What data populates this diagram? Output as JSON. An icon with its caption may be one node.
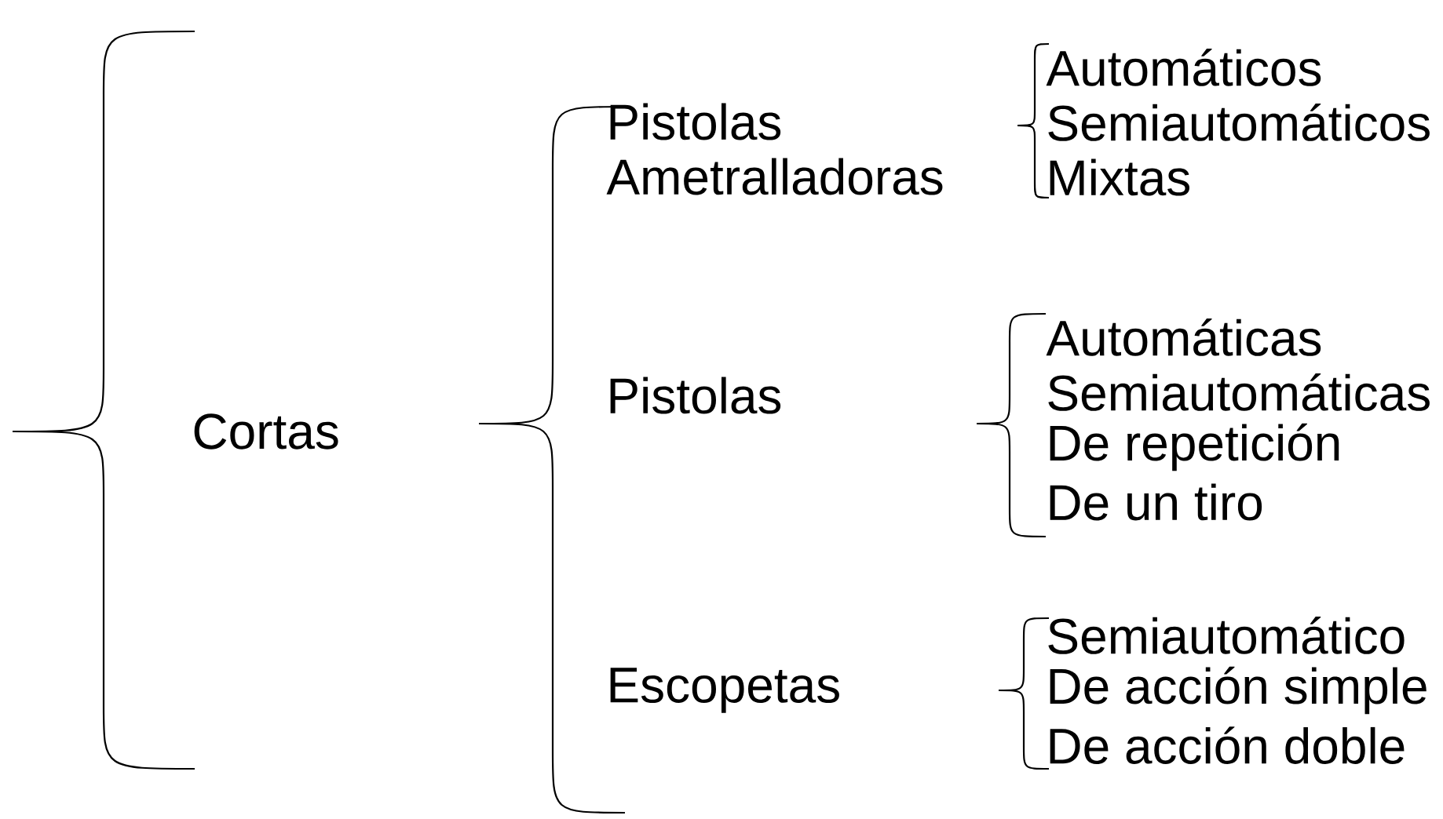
{
  "diagram": {
    "labels": [
      "Cortas",
      "Pistolas Ametralladoras",
      "Automáticos",
      "Semiautomáticos",
      "Mixtas",
      "Pistolas",
      "Automáticas",
      "Semiautomáticas",
      "De repetición",
      "De un tiro",
      "Escopetas",
      "Semiautomático",
      "De acción simple",
      "De acción doble"
    ]
  }
}
